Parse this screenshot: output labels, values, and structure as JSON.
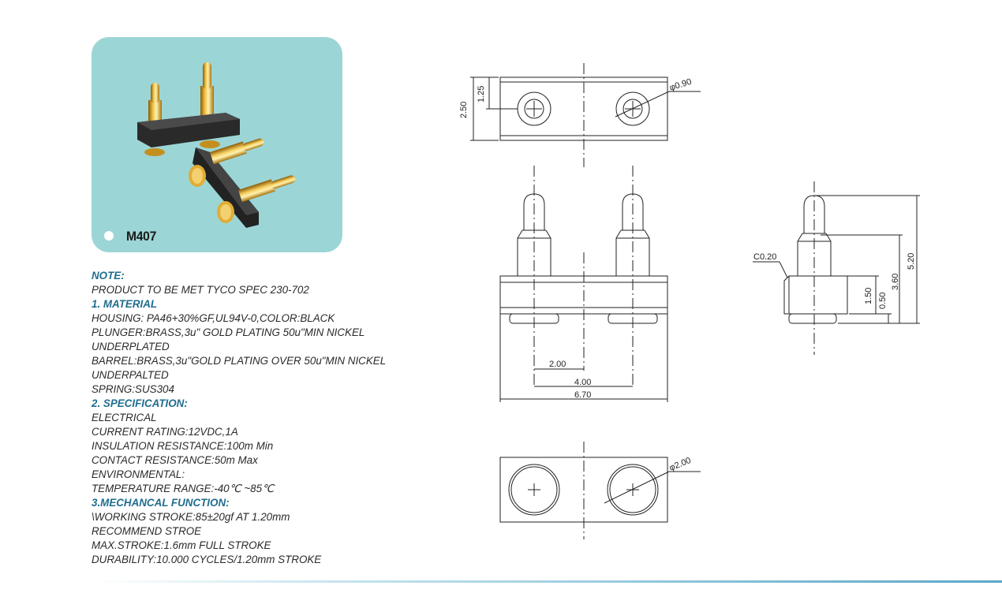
{
  "product": {
    "model": "M407"
  },
  "notes": [
    {
      "text": "NOTE:",
      "heading": true
    },
    {
      "text": "PRODUCT TO BE MET TYCO SPEC 230-702",
      "heading": false
    },
    {
      "text": "1. MATERIAL",
      "heading": true
    },
    {
      "text": "HOUSING: PA46+30%GF,UL94V-0,COLOR:BLACK",
      "heading": false
    },
    {
      "text": "PLUNGER:BRASS,3u\" GOLD PLATING 50u\"MIN NICKEL",
      "heading": false
    },
    {
      "text": "UNDERPLATED",
      "heading": false
    },
    {
      "text": "BARREL:BRASS,3u\"GOLD PLATING OVER 50u\"MIN NICKEL",
      "heading": false
    },
    {
      "text": "UNDERPALTED",
      "heading": false
    },
    {
      "text": "SPRING:SUS304",
      "heading": false
    },
    {
      "text": "2. SPECIFICATION:",
      "heading": true
    },
    {
      "text": "ELECTRICAL",
      "heading": false
    },
    {
      "text": "CURRENT RATING:12VDC,1A",
      "heading": false
    },
    {
      "text": "INSULATION RESISTANCE:100m Min",
      "heading": false
    },
    {
      "text": "CONTACT RESISTANCE:50m Max",
      "heading": false
    },
    {
      "text": "ENVIRONMENTAL:",
      "heading": false
    },
    {
      "text": "TEMPERATURE RANGE:-40℃ ~85℃",
      "heading": false
    },
    {
      "text": "3.MECHANCAL FUNCTION:",
      "heading": true
    },
    {
      "text": "\\WORKING STROKE:85±20gf AT 1.20mm",
      "heading": false
    },
    {
      "text": "RECOMMEND STROE",
      "heading": false
    },
    {
      "text": "MAX.STROKE:1.6mm FULL STROKE",
      "heading": false
    },
    {
      "text": "DURABILITY:10.000 CYCLES/1.20mm STROKE",
      "heading": false
    }
  ],
  "dimensions": {
    "top_height": "2.50",
    "top_hole_offset": "1.25",
    "top_hole_dia": "φ0.90",
    "pitch_half": "2.00",
    "pitch": "4.00",
    "overall_width": "6.70",
    "chamfer": "C0.20",
    "housing_height": "1.50",
    "standoff": "0.50",
    "shoulder_height": "3.60",
    "total_height": "5.20",
    "bottom_pad_dia": "φ2.00"
  },
  "colors": {
    "photo_bg": "#9cd5d5",
    "heading": "#1f6d8e",
    "gold": "#d8a21e",
    "housing": "#262626"
  }
}
